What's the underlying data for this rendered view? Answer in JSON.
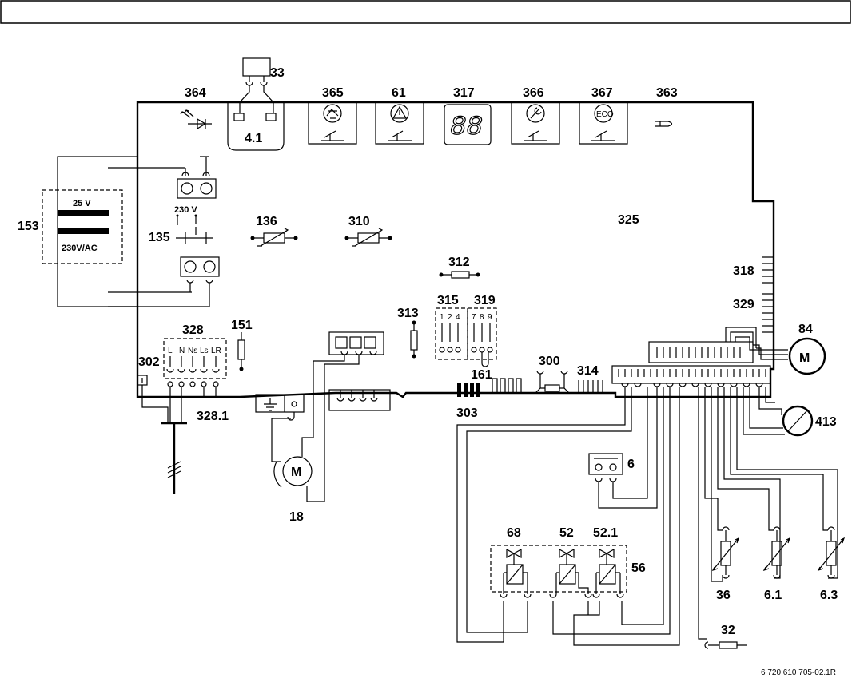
{
  "labels": {
    "l33": "33",
    "l364": "364",
    "l365": "365",
    "l61": "61",
    "l317": "317",
    "l366": "366",
    "l367": "367",
    "l363": "363",
    "l4_1": "4.1",
    "l153": "153",
    "l25v": "25 V",
    "l230vac": "230V/AC",
    "l230v": "230 V",
    "l135": "135",
    "l136": "136",
    "l310": "310",
    "l325": "325",
    "l312": "312",
    "l318": "318",
    "l329": "329",
    "l84": "84",
    "l315": "315",
    "l319": "319",
    "l313": "313",
    "l151": "151",
    "l328": "328",
    "l302": "302",
    "l328_1": "328.1",
    "l161": "161",
    "l300": "300",
    "l314": "314",
    "l303": "303",
    "l18": "18",
    "l413": "413",
    "l6": "6",
    "l68": "68",
    "l52": "52",
    "l52_1": "52.1",
    "l56": "56",
    "l36": "36",
    "l6_1": "6.1",
    "l6_3": "6.3",
    "l32": "32",
    "motor": "M",
    "eco": "ECO",
    "display": "88",
    "t1": "1",
    "t2": "2",
    "t4": "4",
    "t7": "7",
    "t8": "8",
    "t9": "9",
    "tL": "L",
    "tN": "N",
    "tNs": "Ns",
    "tLs": "Ls",
    "tLR": "LR"
  },
  "reference": "6 720 610 705-02.1R"
}
